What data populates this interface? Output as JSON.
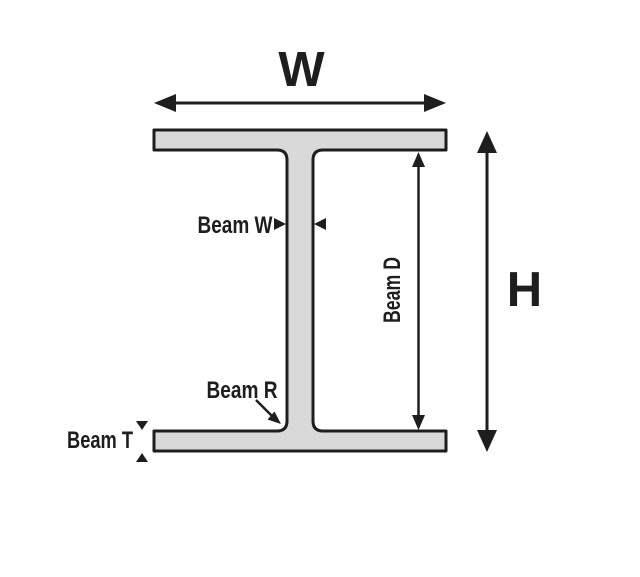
{
  "diagram": {
    "labels": {
      "width": "W",
      "height": "H",
      "web_thickness": "Beam W",
      "depth": "Beam D",
      "fillet_radius": "Beam R",
      "flange_thickness": "Beam T"
    },
    "colors": {
      "background": "#ffffff",
      "line": "#1e1e1e",
      "beam_fill": "#d9d9d9"
    }
  }
}
